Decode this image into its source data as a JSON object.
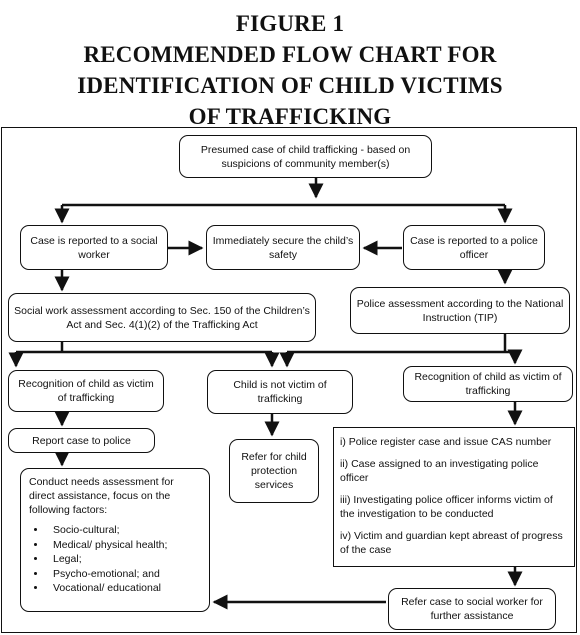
{
  "title": {
    "line1": "FIGURE 1",
    "line2": "RECOMMENDED FLOW CHART FOR",
    "line3": "IDENTIFICATION OF CHILD VICTIMS",
    "line4": "OF TRAFFICKING"
  },
  "nodes": {
    "presumed_case": "Presumed case of child trafficking - based on suspicions of community member(s)",
    "reported_social_worker": "Case is reported to a social worker",
    "secure_safety": "Immediately secure the child’s safety",
    "reported_police": "Case is reported to a police officer",
    "social_assessment": "Social work assessment according to Sec. 150 of the Children’s Act and Sec. 4(1)(2) of the Trafficking Act",
    "police_assessment": "Police assessment according to the National Instruction (TIP)",
    "recognition_left": "Recognition of child as victim of trafficking",
    "not_victim": "Child is not victim of trafficking",
    "recognition_right": "Recognition of child as victim of trafficking",
    "report_police": "Report case to police",
    "refer_child_protection": "Refer for child protection services",
    "needs_assessment": {
      "intro": "Conduct needs assessment for direct assistance, focus on the following factors:",
      "factors": [
        "Socio-cultural;",
        "Medical/ physical health;",
        "Legal;",
        "Psycho-emotional; and",
        "Vocational/ educational"
      ]
    },
    "police_steps": [
      "i) Police register case and issue CAS number",
      "ii) Case assigned to an investigating police officer",
      "iii) Investigating police officer informs victim of the investigation to be conducted",
      "iv) Victim and guardian kept abreast of progress of the case"
    ],
    "refer_social_worker": "Refer case to social worker for further assistance"
  }
}
